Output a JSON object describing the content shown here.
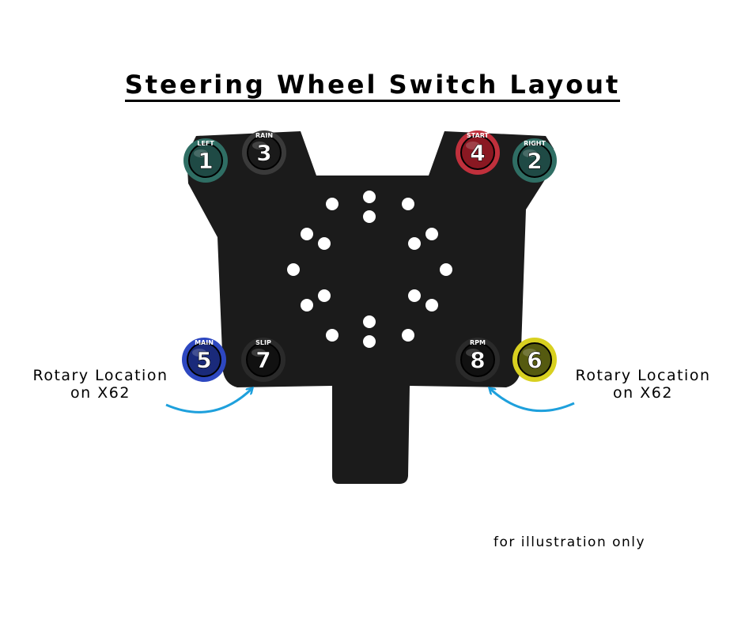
{
  "title": "Steering Wheel Switch Layout",
  "switches": [
    {
      "id": "1",
      "label": "LEFT",
      "color": "#1f4a45",
      "ring": "#2f6e64"
    },
    {
      "id": "3",
      "label": "RAIN",
      "color": "#1a1a1a",
      "ring": "#3a3a3a"
    },
    {
      "id": "4",
      "label": "START",
      "color": "#8a1822",
      "ring": "#c0303c"
    },
    {
      "id": "2",
      "label": "RIGHT",
      "color": "#1f4a45",
      "ring": "#2f6e64"
    },
    {
      "id": "5",
      "label": "MAIN",
      "color": "#1a2a7a",
      "ring": "#2d47c0"
    },
    {
      "id": "7",
      "label": "SLIP",
      "color": "#111111",
      "ring": "#2a2a2a"
    },
    {
      "id": "8",
      "label": "RPM",
      "color": "#111111",
      "ring": "#2a2a2a"
    },
    {
      "id": "6",
      "label": "",
      "color": "#555a10",
      "ring": "#d8d020"
    }
  ],
  "rotary_left": {
    "line1": "Rotary Location",
    "line2": "on X62"
  },
  "rotary_right": {
    "line1": "Rotary Location",
    "line2": "on X62"
  },
  "footnote": "for illustration only",
  "colors": {
    "plate": "#1b1b1b",
    "arrow": "#1ea0dc",
    "hole": "#ffffff"
  }
}
